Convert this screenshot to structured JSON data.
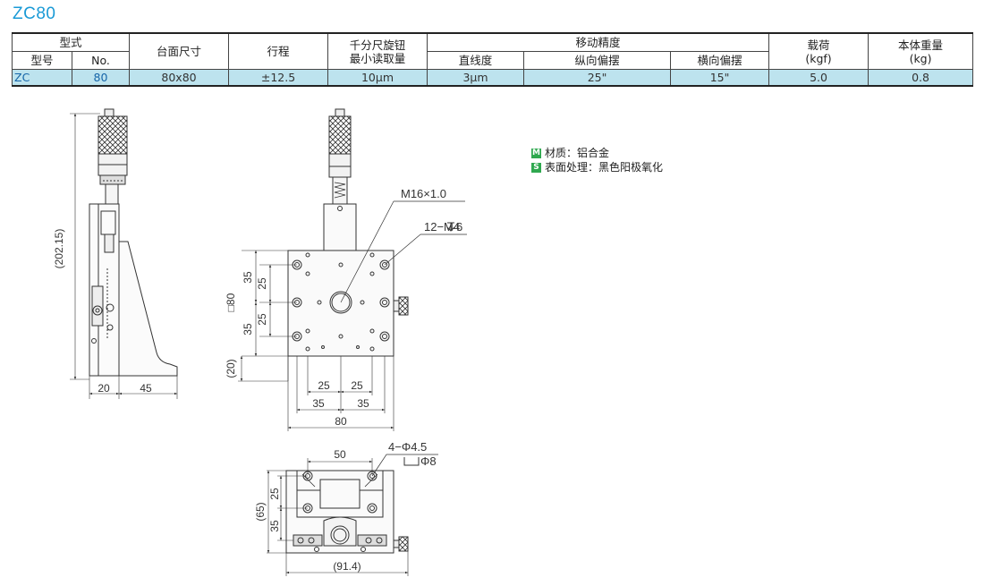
{
  "title": "ZC80",
  "table": {
    "h_type": "型式",
    "h_model": "型号",
    "h_no": "No.",
    "h_table_size": "台面尺寸",
    "h_stroke": "行程",
    "h_micrometer_1": "千分尺旋钮",
    "h_micrometer_2": "最小读取量",
    "h_accuracy": "移动精度",
    "h_straightness": "直线度",
    "h_pitch": "纵向偏摆",
    "h_yaw": "横向偏摆",
    "h_load_1": "载荷",
    "h_load_2": "(kgf)",
    "h_weight_1": "本体重量",
    "h_weight_2": "(kg)",
    "row": {
      "model": "ZC",
      "no": "80",
      "table_size": "80x80",
      "stroke": "±12.5",
      "min_reading": "10μm",
      "straightness": "3μm",
      "pitch": "25\"",
      "yaw": "15\"",
      "load": "5.0",
      "weight": "0.8"
    }
  },
  "legend": {
    "m_badge": "M",
    "material": "材质：铝合金",
    "s_badge": "S",
    "surface": "表面处理：黑色阳极氧化"
  },
  "dims": {
    "side_height": "(202.15)",
    "side_w1": "20",
    "side_w2": "45",
    "thread": "M16×1.0",
    "holes": "12−M4",
    "holes_depth": "6",
    "sq80": "□80",
    "v35a": "35",
    "v25a": "25",
    "v25b": "25",
    "v35b": "35",
    "v20": "(20)",
    "h25a": "25",
    "h25b": "25",
    "h35a": "35",
    "h35b": "35",
    "h80": "80",
    "bot_50": "50",
    "bot_holes": "4−Φ4.5",
    "bot_cb": "Φ8",
    "bot_25": "25",
    "bot_65": "(65)",
    "bot_35": "35",
    "bot_914": "(91.4)"
  }
}
